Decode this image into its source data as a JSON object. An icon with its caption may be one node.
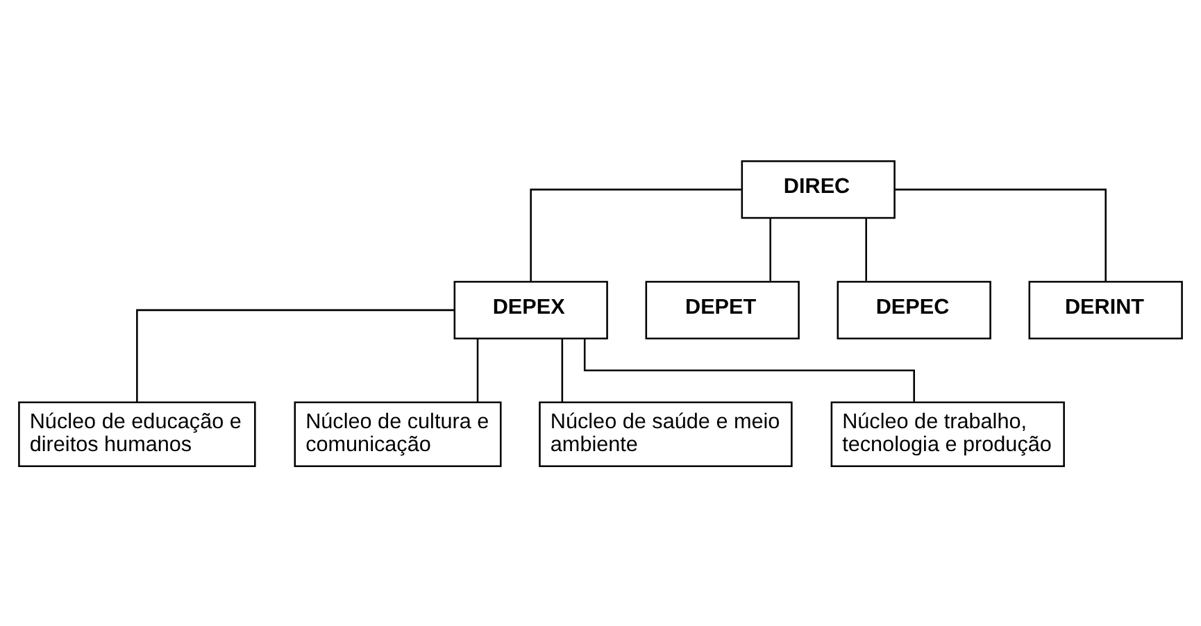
{
  "diagram": {
    "nodes": [
      {
        "text": [
          "DIREC"
        ]
      },
      {
        "text": [
          "DEPEX"
        ]
      },
      {
        "text": [
          "DEPET"
        ]
      },
      {
        "text": [
          "DEPEC"
        ]
      },
      {
        "text": [
          "DERINT"
        ]
      },
      {
        "text": [
          "Núcleo de educação e direitos humanos"
        ]
      },
      {
        "text": [
          "Núcleo de cultura e comunicação"
        ]
      },
      {
        "text": [
          "Núcleo de saúde e meio ambiente"
        ]
      },
      {
        "text": [
          "Núcleo de trabalho, tecnologia e produção"
        ]
      }
    ],
    "edges": [
      {
        "from": 0,
        "to": 1,
        "arrow": "none"
      },
      {
        "from": 0,
        "to": 2,
        "arrow": "none"
      },
      {
        "from": 0,
        "to": 3,
        "arrow": "none"
      },
      {
        "from": 0,
        "to": 4,
        "arrow": "none"
      },
      {
        "from": 1,
        "to": 5,
        "arrow": "none"
      },
      {
        "from": 1,
        "to": 6,
        "arrow": "none"
      },
      {
        "from": 1,
        "to": 7,
        "arrow": "none"
      },
      {
        "from": 1,
        "to": 8,
        "arrow": "none"
      }
    ]
  }
}
